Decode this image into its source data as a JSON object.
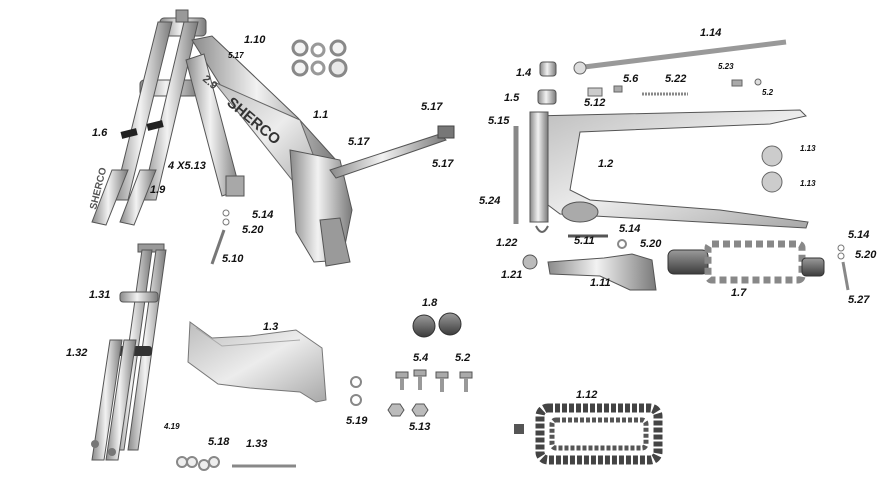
{
  "brand_text": "SHERCO",
  "fork_text": "SHERCO",
  "frame_text": "2.9",
  "labels": {
    "l_1_10": "1.10",
    "l_5_17_a": "5.17",
    "l_1_6": "1.6",
    "l_4x5_13": "4 X5.13",
    "l_1_9": "1.9",
    "l_1_1": "1.1",
    "l_5_17_b": "5.17",
    "l_5_17_c": "5.17",
    "l_5_17_d": "5.17",
    "l_5_14_a": "5.14",
    "l_5_20_a": "5.20",
    "l_5_10": "5.10",
    "l_1_31": "1.31",
    "l_1_32": "1.32",
    "l_1_3": "1.3",
    "l_1_8": "1.8",
    "l_5_4": "5.4",
    "l_5_2_a": "5.2",
    "l_5_19": "5.19",
    "l_5_13": "5.13",
    "l_4_19": "4.19",
    "l_5_18": "5.18",
    "l_1_33": "1.33",
    "l_1_12": "1.12",
    "l_1_14": "1.14",
    "l_1_4": "1.4",
    "l_5_6": "5.6",
    "l_5_22": "5.22",
    "l_5_23": "5.23",
    "l_5_2_b": "5.2",
    "l_1_5": "1.5",
    "l_5_12": "5.12",
    "l_5_15": "5.15",
    "l_1_2": "1.2",
    "l_1_13_a": "1.13",
    "l_1_13_b": "1.13",
    "l_5_24": "5.24",
    "l_1_22": "1.22",
    "l_5_11": "5.11",
    "l_5_14_b": "5.14",
    "l_5_20_b": "5.20",
    "l_5_14_c": "5.14",
    "l_5_20_c": "5.20",
    "l_1_21": "1.21",
    "l_1_11": "1.11",
    "l_1_7": "1.7",
    "l_5_27": "5.27"
  },
  "colors": {
    "metal_light": "#e8e8e8",
    "metal_mid": "#b5b5b5",
    "metal_dark": "#6e6e6e",
    "chain": "#4a4a4a",
    "plate": "#d2d2d2",
    "spring": "#9a9a9a"
  }
}
